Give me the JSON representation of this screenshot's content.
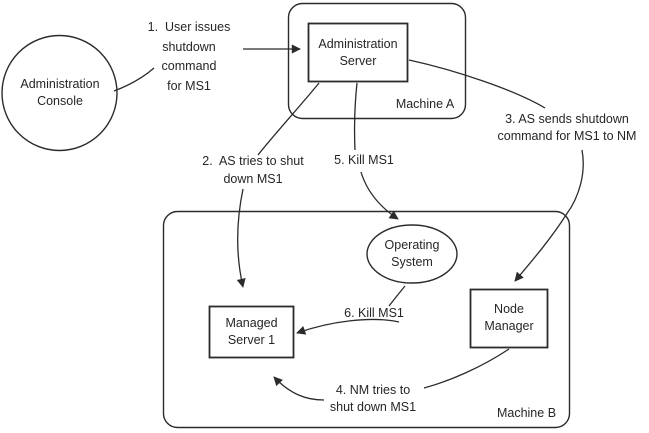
{
  "diagram": {
    "background": "#ffffff",
    "stroke_color": "#2b2b2b",
    "text_color": "#262626"
  },
  "nodes": {
    "admin_console": {
      "shape": "circle",
      "label": "Administration\nConsole"
    },
    "machine_a": {
      "shape": "rounded-rect",
      "label": "Machine A"
    },
    "admin_server": {
      "shape": "rect",
      "label": "Administration\nServer"
    },
    "machine_b": {
      "shape": "rounded-rect",
      "label": "Machine B"
    },
    "operating_system": {
      "shape": "ellipse",
      "label": "Operating\nSystem"
    },
    "node_manager": {
      "shape": "rect",
      "label": "Node\nManager"
    },
    "managed_server_1": {
      "shape": "rect",
      "label": "Managed\nServer 1"
    }
  },
  "annotations": {
    "step1": "1.  User issues\nshutdown\ncommand\nfor MS1",
    "step2": "2.  AS tries to shut\ndown MS1",
    "step3": "3. AS sends shutdown\ncommand for MS1 to NM",
    "step4": "4. NM tries to\nshut down MS1",
    "step5": "5. Kill MS1",
    "step6": "6. Kill MS1"
  }
}
